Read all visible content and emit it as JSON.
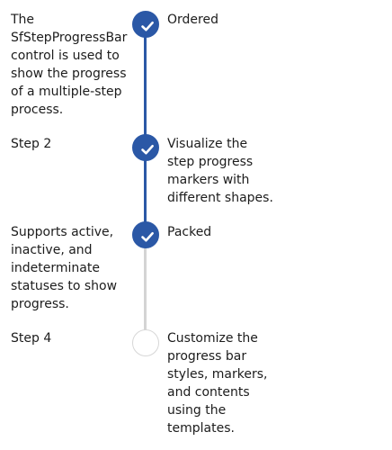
{
  "steps": [
    {
      "primary_text": "The SfStepProgressBar control is used to show the progress of a multiple-step process.",
      "secondary_text": "Ordered",
      "status": "completed",
      "marker_icon": "check-icon"
    },
    {
      "primary_text": "Step 2",
      "secondary_text": "Visualize the step progress markers with different shapes.",
      "status": "completed",
      "marker_icon": "check-icon"
    },
    {
      "primary_text": "Supports active, inactive, and indeterminate statuses to show progress.",
      "secondary_text": "Packed",
      "status": "completed",
      "marker_icon": "check-icon"
    },
    {
      "primary_text": "Step 4",
      "secondary_text": "Customize the progress bar styles, markers, and contents using the templates.",
      "status": "not-started",
      "marker_icon": ""
    }
  ],
  "colors": {
    "completed": "#2b58a6",
    "inactive_track": "#d4d4d4",
    "not_started_border": "#d7d7d7",
    "text": "#1c1c1c"
  }
}
